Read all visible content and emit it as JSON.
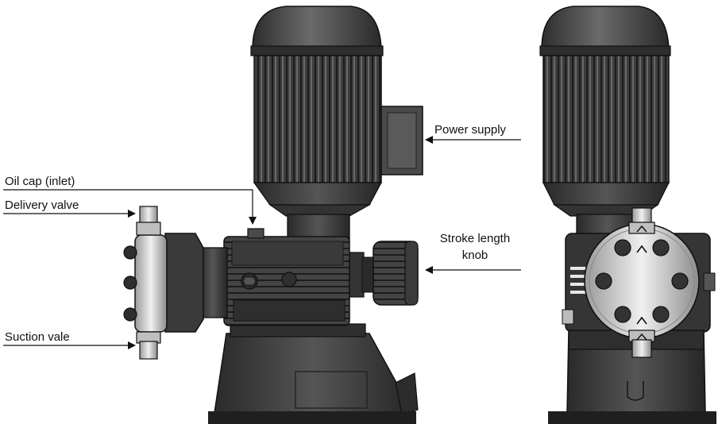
{
  "labels": {
    "oil_cap": "Oil cap (inlet)",
    "delivery_valve": "Delivery valve",
    "suction_valve": "Suction vale",
    "power_supply": "Power supply",
    "stroke_length_line1": "Stroke length",
    "stroke_length_line2": "knob"
  },
  "colors": {
    "body_dark": "#3a3a3a",
    "body_mid": "#565656",
    "motor_cap": "#4a4a4a",
    "steel": "#d9d9d9",
    "outline": "#111111"
  }
}
